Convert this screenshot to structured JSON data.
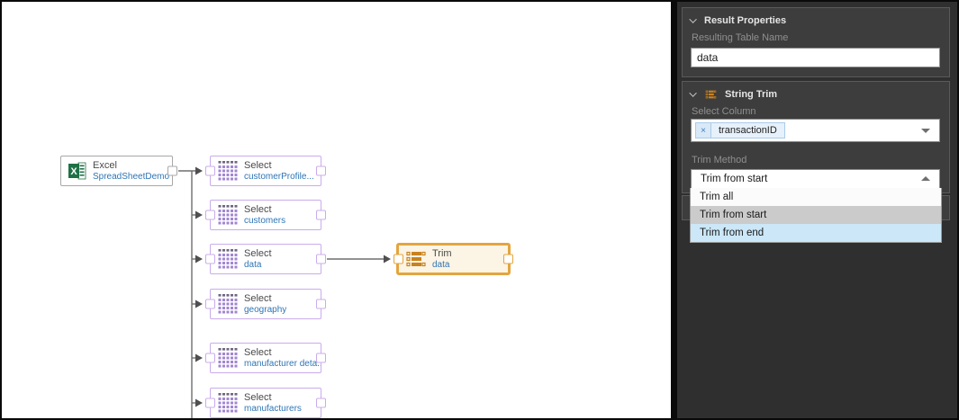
{
  "canvas": {
    "excel_node": {
      "title": "Excel",
      "subtitle": "SpreadSheetDemo I..."
    },
    "select_nodes": [
      {
        "title": "Select",
        "subtitle": "customerProfile..."
      },
      {
        "title": "Select",
        "subtitle": "customers"
      },
      {
        "title": "Select",
        "subtitle": "data"
      },
      {
        "title": "Select",
        "subtitle": "geography"
      },
      {
        "title": "Select",
        "subtitle": "manufacturer deta..."
      },
      {
        "title": "Select",
        "subtitle": "manufacturers"
      }
    ],
    "trim_node": {
      "title": "Trim",
      "subtitle": "data"
    }
  },
  "panel": {
    "result_properties": {
      "title": "Result Properties",
      "table_name_label": "Resulting Table Name",
      "table_name_value": "data"
    },
    "string_trim": {
      "title": "String Trim",
      "select_column_label": "Select Column",
      "selected_column": "transactionID",
      "remove_label": "×",
      "trim_method_label": "Trim Method",
      "trim_method_value": "Trim from start",
      "options": [
        {
          "label": "Trim all",
          "state": "normal"
        },
        {
          "label": "Trim from start",
          "state": "hover"
        },
        {
          "label": "Trim from end",
          "state": "selected"
        }
      ]
    },
    "colors": {
      "accent_orange": "#E3A53F",
      "subtitle_blue": "#2E75B6",
      "select_purple": "#9A7BD6",
      "selection_blue": "#CBE7F8",
      "excel_green": "#1E7145"
    }
  }
}
